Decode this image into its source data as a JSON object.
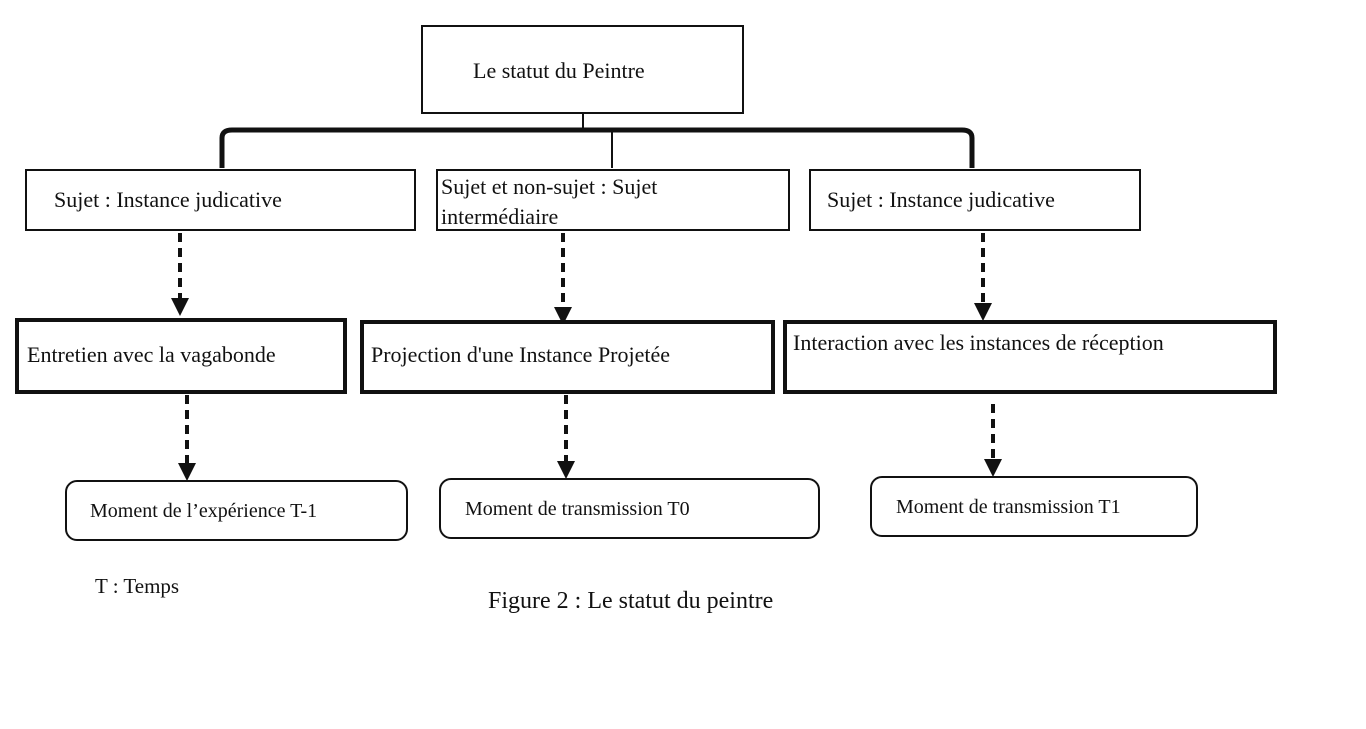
{
  "root": {
    "label": "Le statut du Peintre"
  },
  "columns": [
    {
      "subject": "Sujet : Instance judicative",
      "instance": "Entretien avec la vagabonde",
      "moment": "Moment de l’expérience T-1"
    },
    {
      "subject_line1": "Sujet et non-sujet : Sujet",
      "subject_line2": "intermédiaire",
      "instance": "Projection d'une Instance Projetée",
      "moment": "Moment de transmission T0"
    },
    {
      "subject": "Sujet : Instance judicative",
      "instance": "Interaction avec les instances de réception",
      "moment": "Moment de transmission T1"
    }
  ],
  "legend": "T : Temps",
  "caption": "Figure 2 : Le statut du peintre",
  "colors": {
    "line": "#111111",
    "background": "#ffffff"
  }
}
